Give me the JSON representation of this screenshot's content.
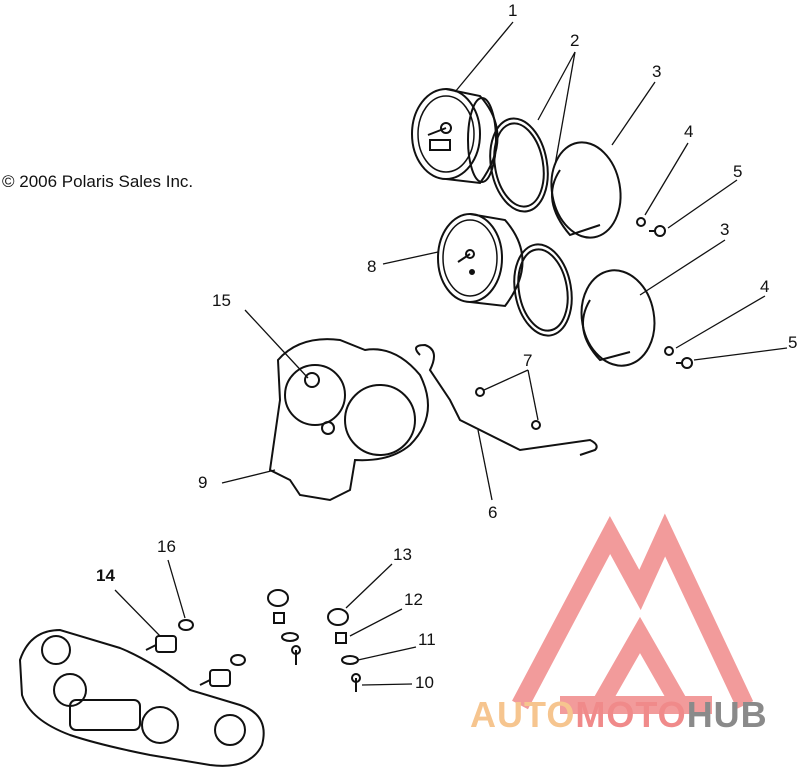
{
  "copyright": "© 2006 Polaris Sales Inc.",
  "callouts": {
    "c1": "1",
    "c2": "2",
    "c3a": "3",
    "c3b": "3",
    "c4a": "4",
    "c4b": "4",
    "c5a": "5",
    "c5b": "5",
    "c6": "6",
    "c7": "7",
    "c8": "8",
    "c9": "9",
    "c10": "10",
    "c11": "11",
    "c12": "12",
    "c13": "13",
    "c14": "14",
    "c15": "15",
    "c16": "16"
  },
  "watermark": {
    "auto": "AUTO",
    "moto": "MOTO",
    "hub": "HUB",
    "colors": {
      "orange": "#f6c58f",
      "red": "#f08a8a",
      "gray": "#8a8a8a"
    }
  }
}
